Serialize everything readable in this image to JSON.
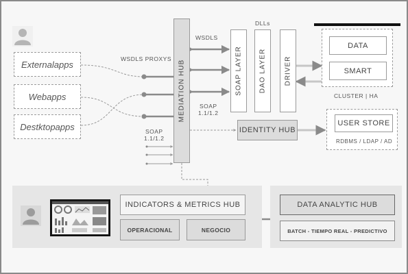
{
  "apps": {
    "external": "Externalapps",
    "web": "Webapps",
    "desktop": "Destktopapps"
  },
  "labels": {
    "wsdls_proxys": "WSDLS PROXYS",
    "wsdls": "WSDLS",
    "dlls": "DLLs",
    "soap_right": "SOAP\n1.1/1.2",
    "soap_left": "SOAP\n1.1/1.2",
    "cluster": "CLUSTER | HA"
  },
  "hubs": {
    "mediation": "MEDIATION HUB",
    "identity": "IDENTITY HUB",
    "indicators": "INDICATORS & METRICS HUB",
    "data_analytic": "DATA ANALYTIC HUB"
  },
  "layers": {
    "soap": "SOAP LAYER",
    "dao": "DAO LAYER",
    "driver": "DRIVER"
  },
  "cluster_items": {
    "data": "DATA",
    "smart": "SMART"
  },
  "user_store": {
    "title": "USER STORE",
    "subtitle": "RDBMS  /  LDAP  /  AD"
  },
  "metrics": {
    "operacional": "OPERACIONAL",
    "negocio": "NEGOCIO"
  },
  "analytic": {
    "subtitle": "BATCH - TIEMPO REAL - PREDICTIVO"
  },
  "colors": {
    "line": "#9a9a9a",
    "hub_fill": "#dcdcdc",
    "panel_fill": "#e6e6e6"
  },
  "icons": [
    "user-icon",
    "user-icon",
    "dashboard-thumbnail"
  ]
}
